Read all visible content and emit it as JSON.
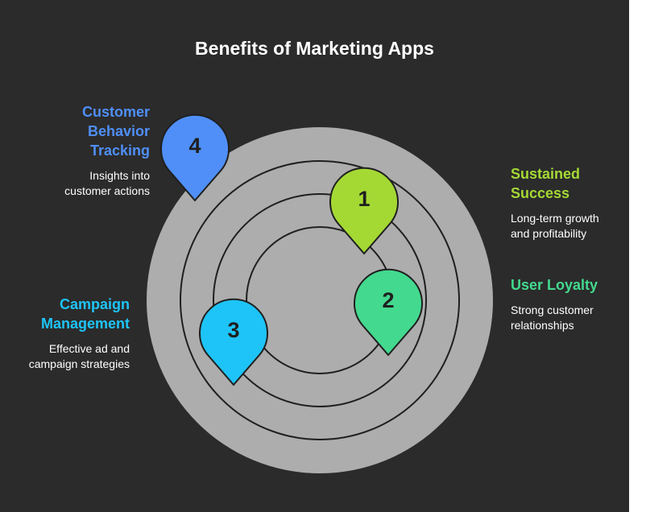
{
  "title": "Benefits of Marketing Apps",
  "colors": {
    "background": "#2b2b2b",
    "target_fill": "#adadad",
    "ring_stroke": "#1f1f1f",
    "pin_1": "#a4d934",
    "pin_2": "#43d98e",
    "pin_3": "#1ec4f7",
    "pin_4": "#4f8ff7"
  },
  "pins": [
    {
      "number": "1",
      "color": "#a4d934"
    },
    {
      "number": "2",
      "color": "#43d98e"
    },
    {
      "number": "3",
      "color": "#1ec4f7"
    },
    {
      "number": "4",
      "color": "#4f8ff7"
    }
  ],
  "items": [
    {
      "heading_lines": [
        "Sustained",
        "Success"
      ],
      "desc_lines": [
        "Long-term growth",
        "and profitability"
      ],
      "color": "#a4d934"
    },
    {
      "heading_lines": [
        "User Loyalty"
      ],
      "desc_lines": [
        "Strong customer",
        "relationships"
      ],
      "color": "#43d98e"
    },
    {
      "heading_lines": [
        "Campaign",
        "Management"
      ],
      "desc_lines": [
        "Effective ad and",
        "campaign strategies"
      ],
      "color": "#1ec4f7"
    },
    {
      "heading_lines": [
        "Customer",
        "Behavior",
        "Tracking"
      ],
      "desc_lines": [
        "Insights into",
        "customer actions"
      ],
      "color": "#4f8ff7"
    }
  ]
}
